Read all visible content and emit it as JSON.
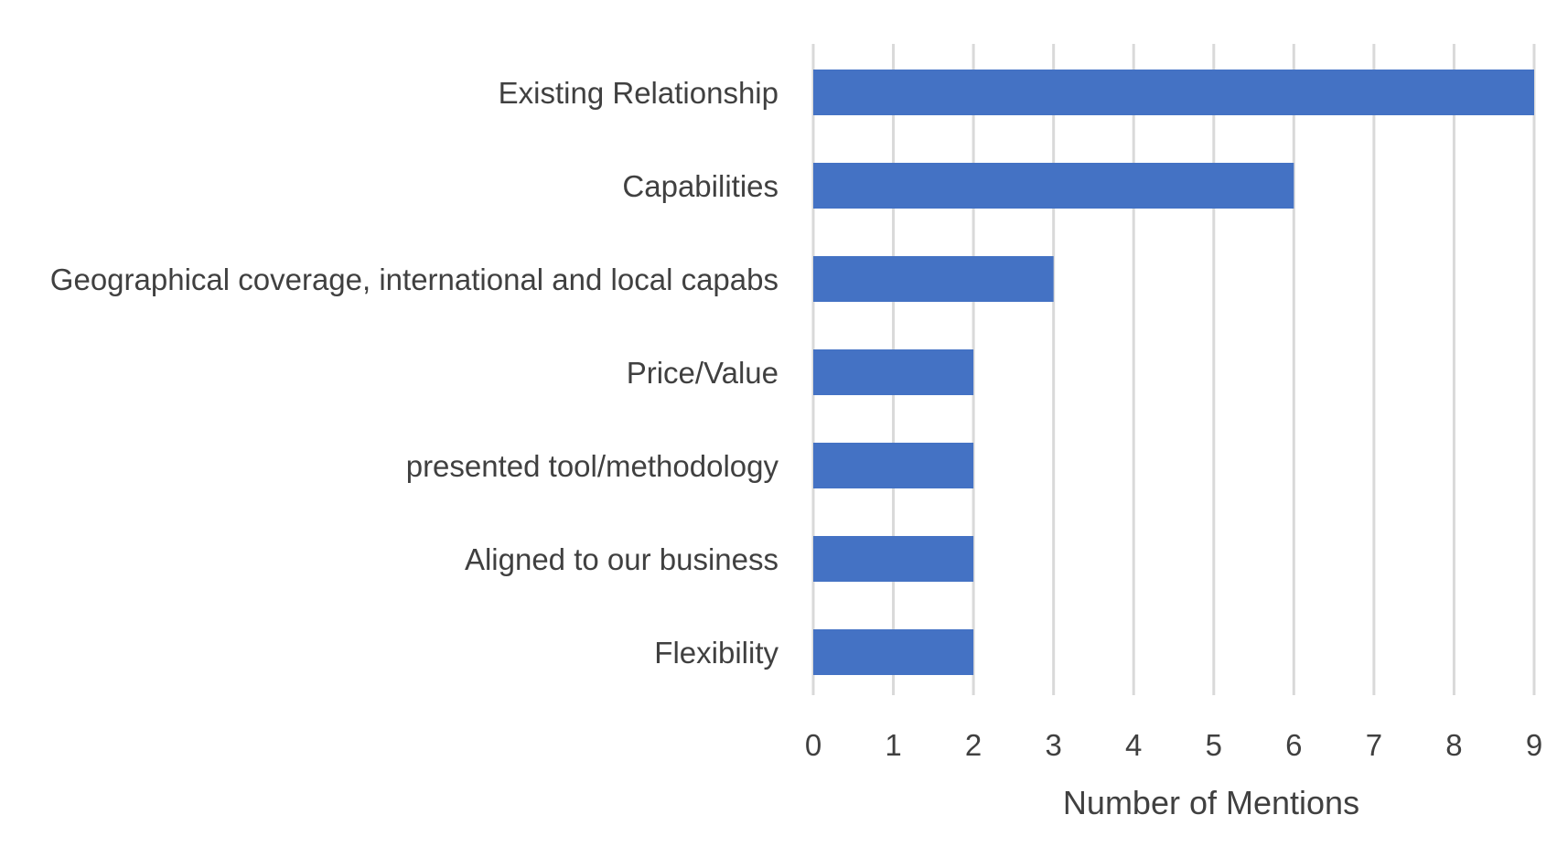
{
  "chart_data": {
    "type": "bar",
    "orientation": "horizontal",
    "categories": [
      "Existing Relationship",
      "Capabilities",
      "Geographical coverage, international and local capabs",
      "Price/Value",
      "presented tool/methodology",
      "Aligned to our business",
      "Flexibility"
    ],
    "values": [
      9,
      6,
      3,
      2,
      2,
      2,
      2
    ],
    "title": "",
    "xlabel": "Number of Mentions",
    "ylabel": "",
    "xlim": [
      0,
      9
    ],
    "x_ticks": [
      "0",
      "1",
      "2",
      "3",
      "4",
      "5",
      "6",
      "7",
      "8",
      "9"
    ],
    "grid": "vertical",
    "legend": "none",
    "bar_color": "#4472c4"
  }
}
